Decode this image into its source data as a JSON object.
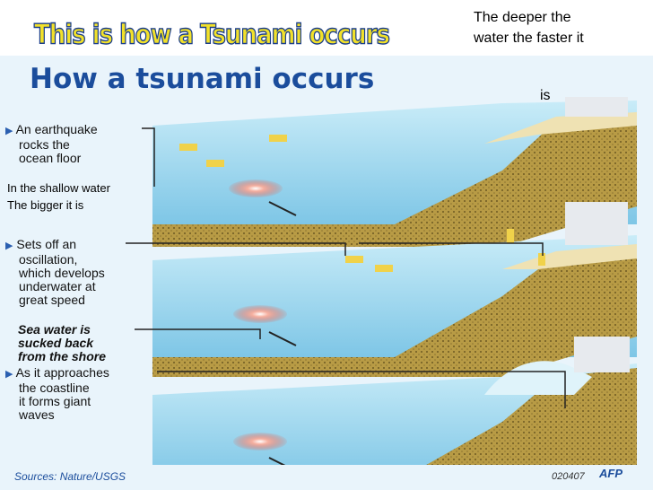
{
  "slide_title": "This is how a Tsunami occurs",
  "annotations": {
    "deeper_line1": "The deeper the",
    "deeper_line2": "water the faster it",
    "deeper_line3": "is",
    "shallow_line1": "In the shallow water",
    "shallow_line2": "The bigger it is"
  },
  "infographic": {
    "heading": "How a tsunami occurs",
    "step1": [
      "An earthquake",
      "rocks the",
      "ocean floor"
    ],
    "step2": [
      "Sets off an",
      "oscillation,",
      "which develops",
      "underwater at",
      "great speed"
    ],
    "step2b": [
      "Sea water is",
      "sucked back",
      "from the shore"
    ],
    "step3": [
      "As it approaches",
      "the coastline",
      "it forms giant",
      "waves"
    ],
    "sources": "Sources: Nature/USGS",
    "code": "020407",
    "agency": "AFP"
  },
  "colors": {
    "title_fill": "#f2e12a",
    "title_outline": "#1a3d8a",
    "heading": "#1b4d9c",
    "water": "#9fd8ef",
    "land": "#b79a4a",
    "arrow": "#f0d24a"
  }
}
